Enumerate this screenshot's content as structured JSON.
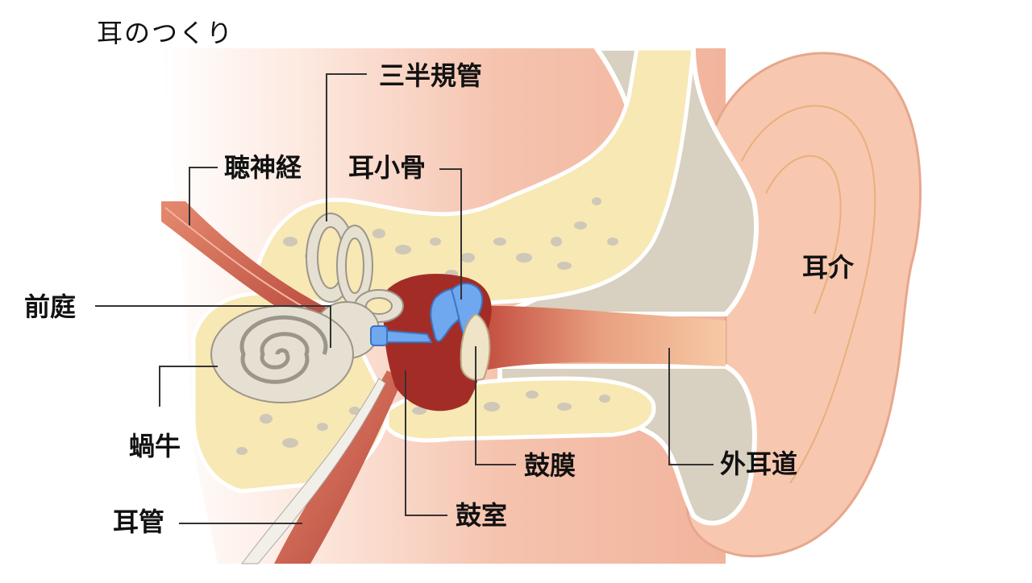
{
  "title": "耳のつくり",
  "labels": {
    "semicircular_canals": "三半規管",
    "auditory_nerve": "聴神経",
    "ossicles": "耳小骨",
    "vestibule": "前庭",
    "cochlea": "蝸牛",
    "eustachian_tube": "耳管",
    "tympanic_cavity": "鼓室",
    "eardrum": "鼓膜",
    "ear_canal": "外耳道",
    "auricle": "耳介"
  },
  "colors": {
    "skin_light": "#fbe3d8",
    "skin_mid": "#f4b8a2",
    "skin_dark": "#e89a80",
    "bone": "#f6e7b0",
    "bone_cavity": "#cfc7b8",
    "cartilage": "#d9d2c4",
    "muscle": "#c9604a",
    "middle_ear_dark": "#9e2b25",
    "ossicle_blue": "#4a8fe0",
    "leader_line": "#333333"
  }
}
